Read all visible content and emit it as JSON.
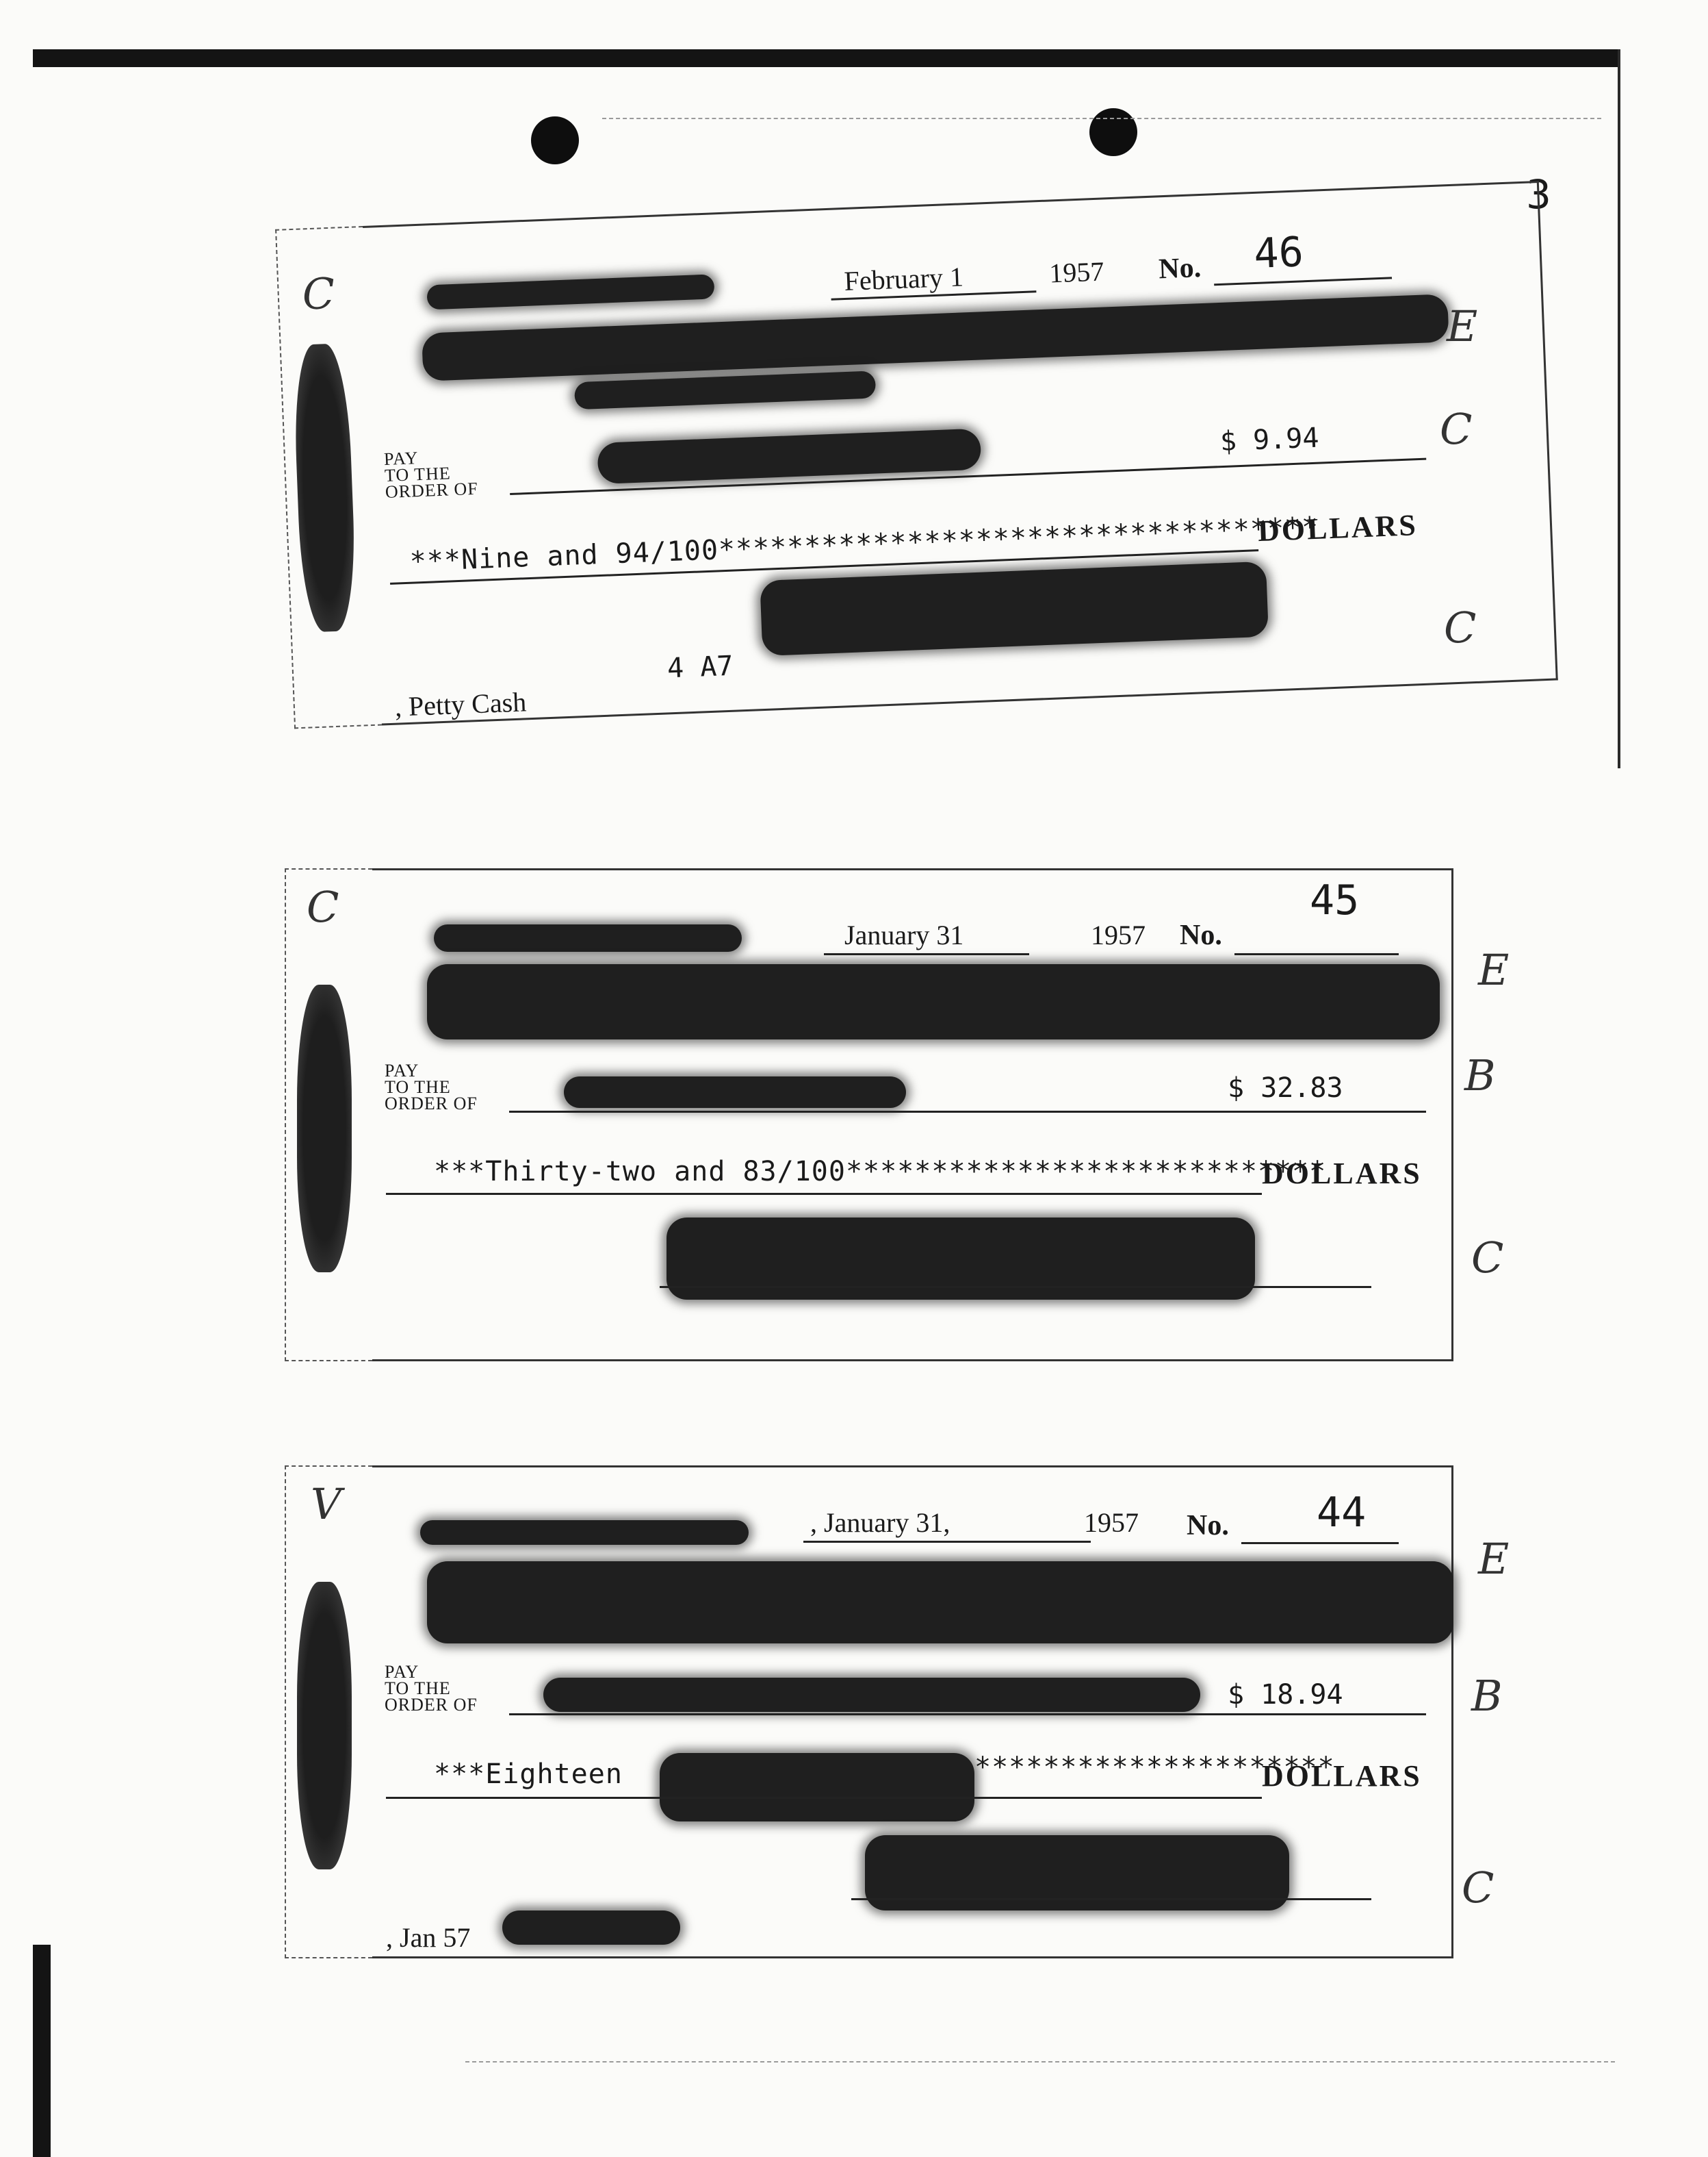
{
  "page_number": "3",
  "checks": [
    {
      "date": "February 1",
      "year": "1957",
      "no_label": "No.",
      "number": "46",
      "pay_label": [
        "PAY",
        "TO THE",
        "ORDER OF"
      ],
      "amount": "$ 9.94",
      "amount_words": "***Nine and 94/100***********************************",
      "dollars_label": "DOLLARS",
      "memo": ", Petty Cash",
      "note": "4 A7",
      "stub_mark": "C",
      "margin_marks": [
        "E",
        "C",
        "C"
      ]
    },
    {
      "date": "January 31",
      "year": "1957",
      "no_label": "No.",
      "number": "45",
      "pay_label": [
        "PAY",
        "TO THE",
        "ORDER OF"
      ],
      "amount": "$ 32.83",
      "amount_words": "***Thirty-two and 83/100****************************",
      "dollars_label": "DOLLARS",
      "memo": "",
      "note": "",
      "stub_mark": "C",
      "margin_marks": [
        "E",
        "B",
        "C"
      ]
    },
    {
      "date": ", January 31,",
      "year": "1957",
      "no_label": "No.",
      "number": "44",
      "pay_label": [
        "PAY",
        "TO THE",
        "ORDER OF"
      ],
      "amount": "$ 18.94",
      "amount_words": "***Eighteen",
      "amount_words_tail": "*********************",
      "dollars_label": "DOLLARS",
      "memo": ", Jan 57",
      "note": "",
      "stub_mark": "V",
      "margin_marks": [
        "E",
        "B",
        "C"
      ]
    }
  ]
}
